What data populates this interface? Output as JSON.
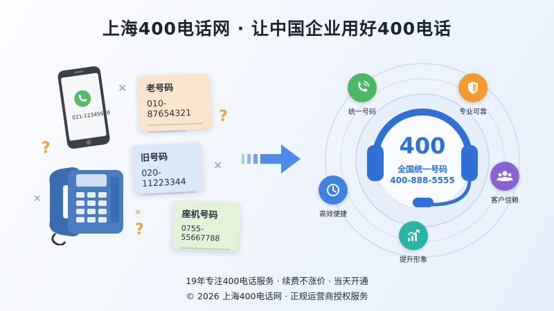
{
  "title": "上海400电话网 · 让中国企业用好400电话",
  "mobile_number": "021-12345678",
  "cards": [
    {
      "label": "老号码",
      "number": "010-87654321"
    },
    {
      "label": "旧号码",
      "number": "020-11223344"
    },
    {
      "label": "座机号码",
      "number": "0755-55667788"
    }
  ],
  "center": {
    "big": "400",
    "subtitle": "全国统一号码",
    "number": "400-888-5555"
  },
  "features": [
    {
      "label": "统一号码",
      "icon": "phone-wave-icon",
      "color": "#4cb862"
    },
    {
      "label": "专业可靠",
      "icon": "shield-icon",
      "color": "#f59a2e"
    },
    {
      "label": "客户信赖",
      "icon": "people-icon",
      "color": "#8a63d2"
    },
    {
      "label": "提升形象",
      "icon": "chart-up-icon",
      "color": "#2bb3a3"
    },
    {
      "label": "高效便捷",
      "icon": "clock-icon",
      "color": "#3b84e0"
    }
  ],
  "footer": {
    "line1": "19年专注400电话服务 · 续费不涨价 · 当天开通",
    "line2": "© 2026 上海400电话网 · 正规运营商授权服务"
  },
  "colors": {
    "headset_blue": "#2f6fd6",
    "arrow_blue": "#4a8de8",
    "phone_blue": "#3d6fb0"
  }
}
